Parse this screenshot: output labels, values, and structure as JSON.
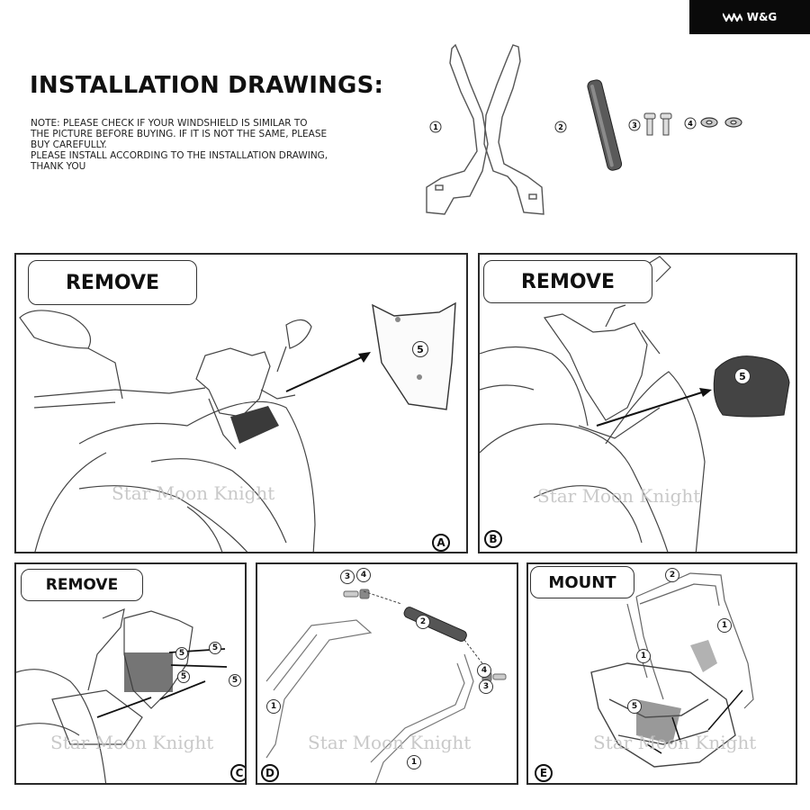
{
  "brand": {
    "name": "W&G"
  },
  "header": {
    "title": "INSTALLATION DRAWINGS:",
    "note_lines": [
      "NOTE: PLEASE CHECK IF YOUR WINDSHIELD IS SIMILAR TO",
      "THE PICTURE BEFORE BUYING. IF IT IS NOT THE SAME, PLEASE",
      "BUY CAREFULLY.",
      "PLEASE INSTALL ACCORDING TO THE INSTALLATION DRAWING,",
      "THANK YOU"
    ]
  },
  "parts": {
    "bracket_label": "1",
    "rod_label": "2",
    "bolt_label": "3",
    "washer_label": "4"
  },
  "panels": {
    "a": {
      "tag": "REMOVE",
      "letter": "A",
      "part": "5",
      "watermark": "Star Moon Knight"
    },
    "b": {
      "tag": "REMOVE",
      "letter": "B",
      "part": "5",
      "watermark": "Star Moon Knight"
    },
    "c": {
      "tag": "REMOVE",
      "letter": "C",
      "parts": [
        "5",
        "5",
        "5",
        "5"
      ],
      "watermark": "Star Moon Knight"
    },
    "d": {
      "letter": "D",
      "labels": [
        "3",
        "4",
        "2",
        "4",
        "3",
        "1",
        "1"
      ],
      "watermark": "Star Moon Knight"
    },
    "e": {
      "tag": "MOUNT",
      "letter": "E",
      "labels": [
        "2",
        "1",
        "1",
        "5"
      ],
      "watermark": "Star Moon Knight"
    }
  },
  "colors": {
    "ink": "#111111",
    "line": "#333333",
    "watermark": "#c4c4c4",
    "dark_part": "#4a4a4a"
  }
}
